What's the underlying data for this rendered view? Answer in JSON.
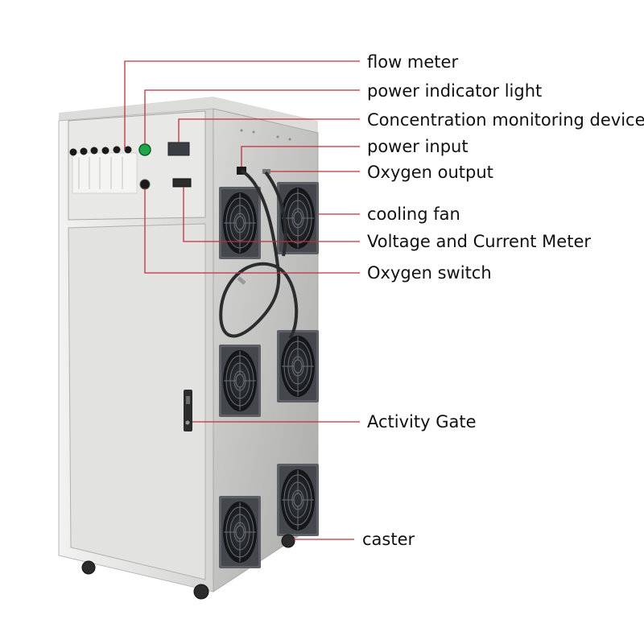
{
  "labels": {
    "flow_meter": "flow meter",
    "power_indicator_light": "power indicator light",
    "concentration_monitoring_device": "Concentration monitoring device",
    "power_input": "power input",
    "oxygen_output": "Oxygen output",
    "cooling_fan": "cooling fan",
    "voltage_current_meter": "Voltage and Current Meter",
    "oxygen_switch": "Oxygen switch",
    "activity_gate": "Activity Gate",
    "caster": "caster"
  },
  "colors": {
    "leader_line": "#c0303a",
    "panel_front": "#e6e6e4",
    "panel_side": "#bdbdbb",
    "fan_frame": "#5c6066",
    "fan_blade": "#1e2124",
    "indicator_light": "#1ea64a",
    "hose": "#2a2c2e"
  },
  "icons": {
    "flow_meter_valves": "valve-knob-icon",
    "power_light": "indicator-light-icon",
    "fan": "cooling-fan-icon",
    "wheel": "caster-wheel-icon"
  }
}
